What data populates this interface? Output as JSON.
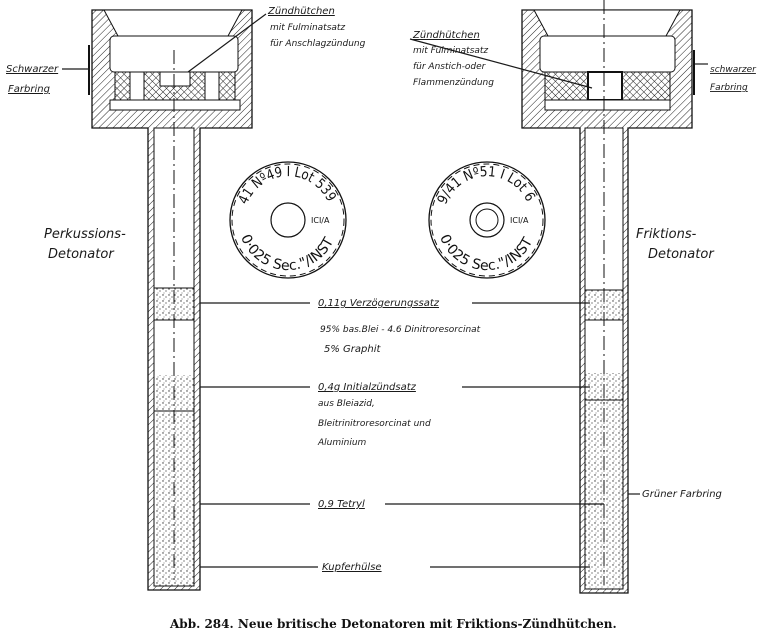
{
  "left_detonator": {
    "name_line1": "Perkussions-",
    "name_line2": "Detonator",
    "ring_label_line1": "Schwarzer",
    "ring_label_line2": "Farbring",
    "cap_label_line1": "Zündhütchen",
    "cap_label_line2": "mit Fulminatsatz",
    "cap_label_line3": "für Anschlagzündung"
  },
  "right_detonator": {
    "name_line1": "Friktions-",
    "name_line2": "Detonator",
    "ring_label_line1": "schwarzer",
    "ring_label_line2": "Farbring",
    "cap_label_line1": "Zündhütchen",
    "cap_label_line2": "mit Fulminatsatz",
    "cap_label_line3": "für Anstich-oder",
    "cap_label_line4": "Flammenzündung",
    "green_ring_label": "Grüner Farbring"
  },
  "discs": {
    "left": {
      "top": "41 Nº49 I Lot 539",
      "side": "ICI/A",
      "bottom": "0·025 Sec.\"/INST"
    },
    "right": {
      "top": "9/41 Nº51 I Lot 6",
      "side": "ICI/A",
      "bottom": "0·025 Sec.\"/INST"
    }
  },
  "components": {
    "delay_charge": "0,11g Verzögerungssatz",
    "delay_composition_1": "95% bas.Blei - 4.6 Dinitroresorcinat",
    "delay_composition_2": "5% Graphit",
    "initiator": "0,4g Initialzündsatz",
    "initiator_composition_1": "aus Bleiazid,",
    "initiator_composition_2": "Bleitrinitroresorcinat und",
    "initiator_composition_3": "Aluminium",
    "tetryl": "0,9 Tetryl",
    "shell": "Kupferhülse"
  },
  "caption": "Abb. 284. Neue britische Detonatoren mit Friktions-Zündhütchen."
}
